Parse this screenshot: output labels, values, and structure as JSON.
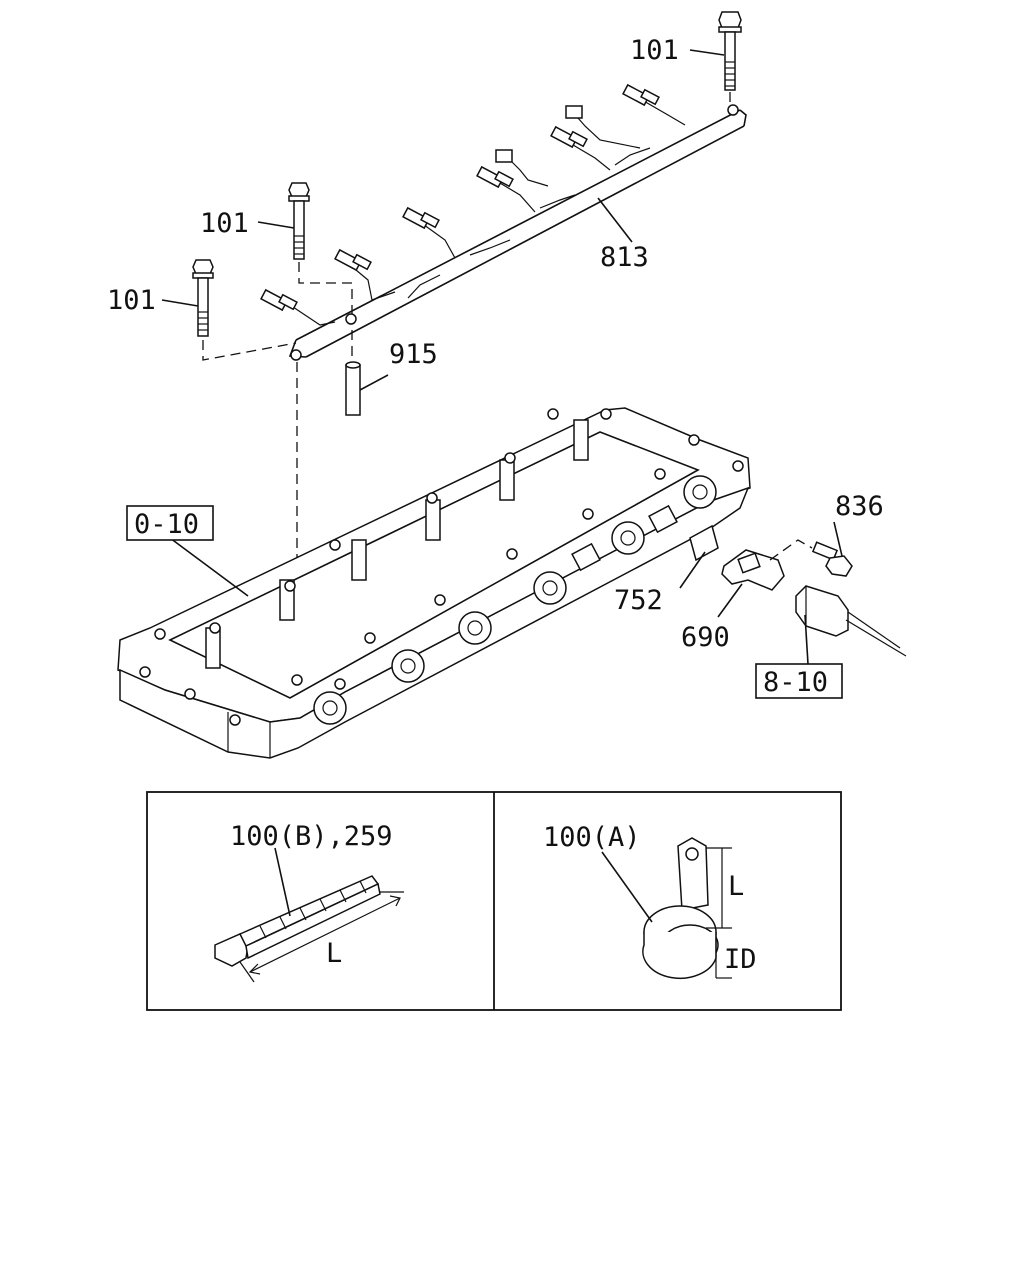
{
  "callouts": {
    "bolt_top": "101",
    "bolt_mid": "101",
    "bolt_left": "101",
    "harness": "813",
    "spacer": "915",
    "ref_cover": "0-10",
    "bolt_sensor": "836",
    "gasket": "752",
    "sensor": "690",
    "ref_connector": "8-10"
  },
  "detail_left": {
    "title": "100(B),259",
    "dim_length": "L"
  },
  "detail_right": {
    "title": "100(A)",
    "dim_length": "L",
    "dim_inner": "ID"
  }
}
